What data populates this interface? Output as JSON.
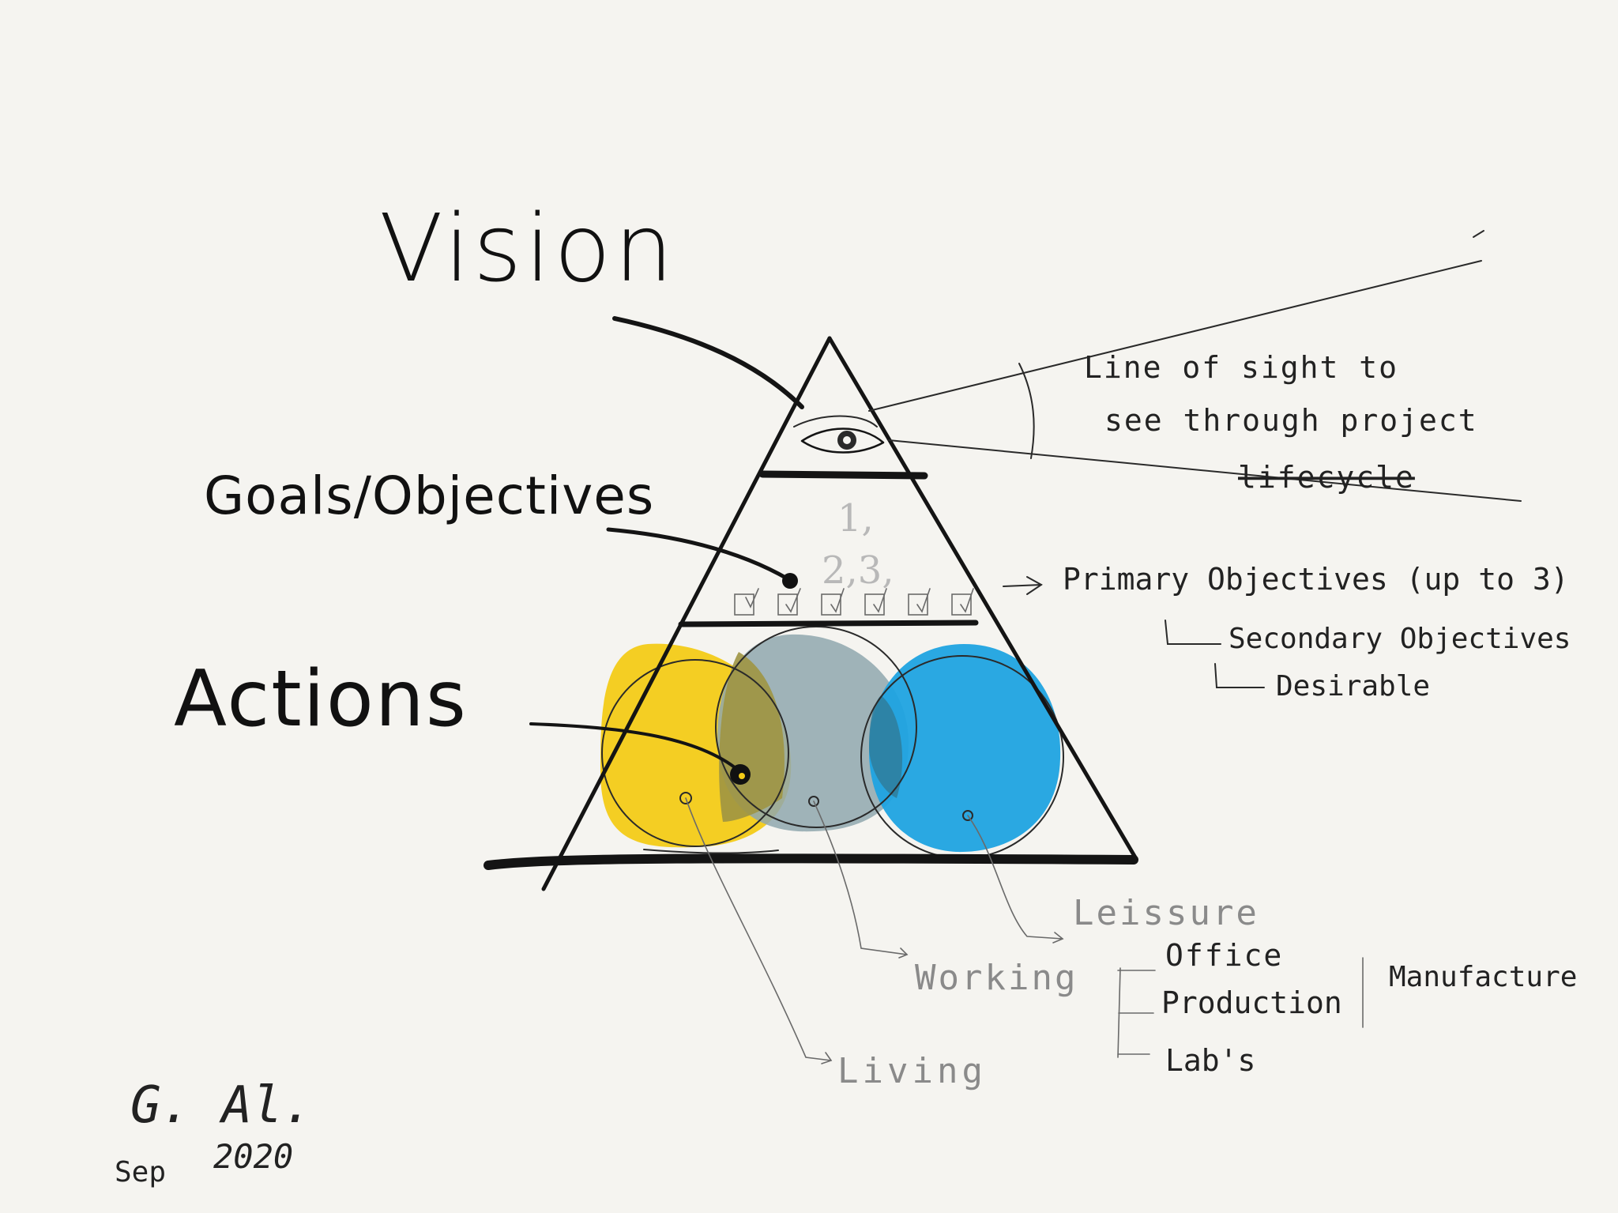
{
  "diagram": {
    "levels": {
      "vision": "Vision",
      "goals": "Goals/Objectives",
      "actions": "Actions"
    },
    "line_of_sight": [
      "Line of sight to",
      "see through project",
      "lifecycle"
    ],
    "objectives": {
      "numbers_top": "1,",
      "numbers_bottom": "2,3,",
      "primary": "Primary Objectives (up to 3)",
      "secondary": "Secondary Objectives",
      "desirable": "Desirable"
    },
    "spheres": {
      "leisure": "Leissure",
      "working": "Working",
      "living": "Living",
      "office": "Office",
      "production": "Production",
      "manufacture": "Manufacture",
      "labs": "Lab's"
    },
    "signature": {
      "initials": "G. Al.",
      "month": "Sep",
      "year": "2020"
    }
  },
  "colors": {
    "ink": "#141414",
    "yellow": "#f3cb17",
    "grey_blue": "#8fa7ae",
    "blue": "#1fa3e0",
    "olive_overlap": "#9e9543",
    "paper": "#f5f4f0"
  },
  "icons": [
    "eye-icon",
    "checkbox-icon"
  ]
}
